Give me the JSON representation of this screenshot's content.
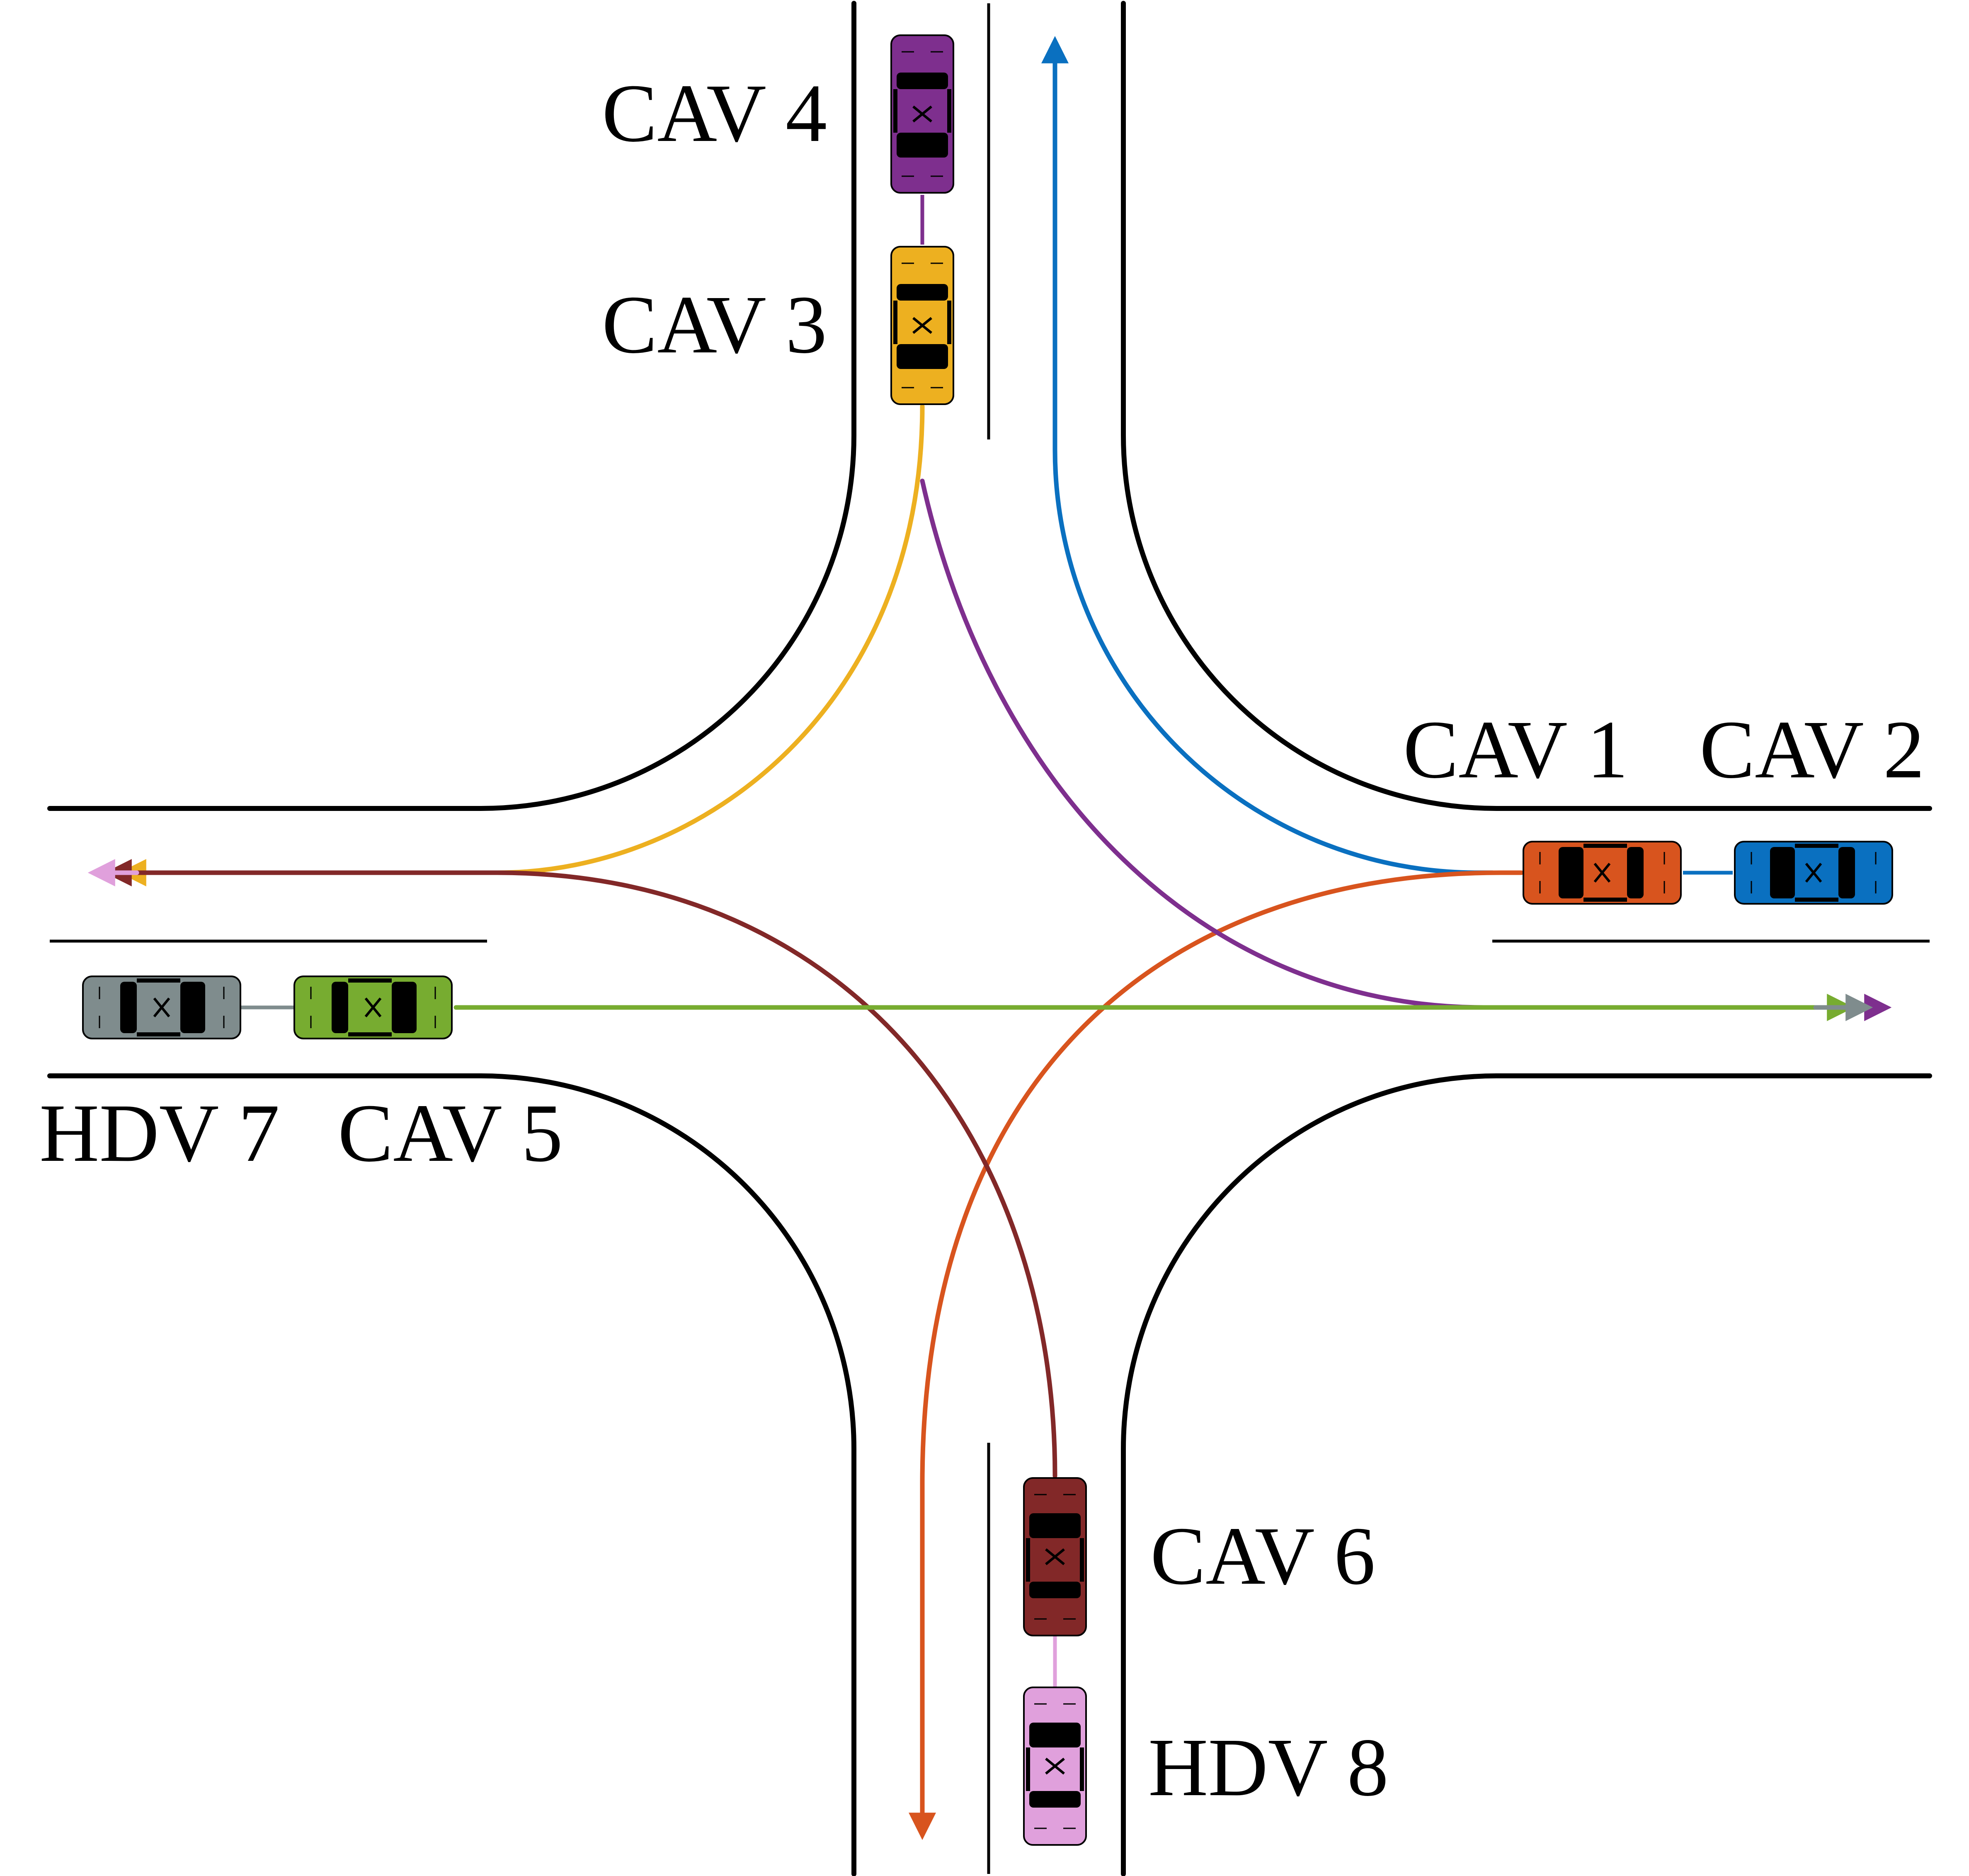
{
  "labels": {
    "cav1": "CAV 1",
    "cav2": "CAV 2",
    "cav3": "CAV 3",
    "cav4": "CAV 4",
    "cav5": "CAV 5",
    "cav6": "CAV 6",
    "hdv7": "HDV 7",
    "hdv8": "HDV 8"
  },
  "colors": {
    "cav1": "#D8541E",
    "cav2": "#0A70C0",
    "cav3": "#EDB020",
    "cav4": "#7E2F8E",
    "cav5": "#77AC30",
    "cav6": "#822828",
    "hdv7": "#7F8C8D",
    "hdv8": "#E0A0DC"
  }
}
